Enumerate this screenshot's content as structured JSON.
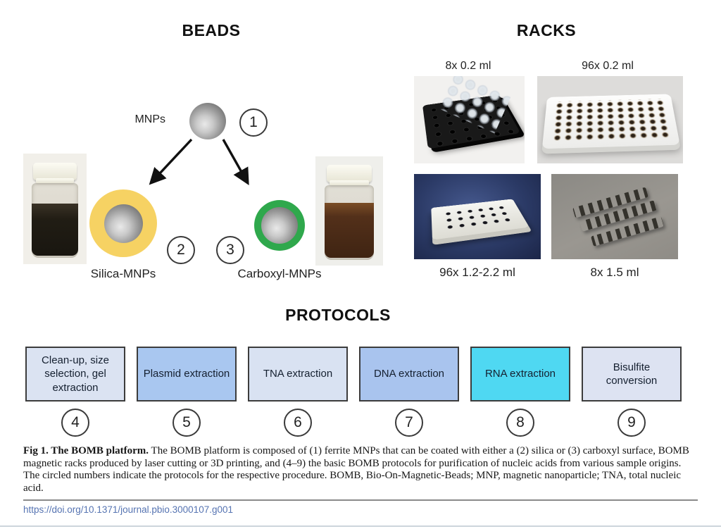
{
  "beads": {
    "heading": "BEADS",
    "mnps_label": "MNPs",
    "step1": "1",
    "step2": "2",
    "step3": "3",
    "silica_label": "Silica-MNPs",
    "carboxyl_label": "Carboxyl-MNPs",
    "silica_color": "#f6d263",
    "carboxyl_color": "#2fa84c"
  },
  "racks": {
    "heading": "RACKS",
    "labels": {
      "top_left": "8x 0.2 ml",
      "top_right": "96x 0.2 ml",
      "bottom_left": "96x 1.2-2.2 ml",
      "bottom_right": "8x 1.5 ml"
    }
  },
  "protocols": {
    "heading": "PROTOCOLS",
    "items": [
      {
        "label": "Clean-up, size selection, gel extraction",
        "number": "4",
        "color": "#dbe3f2"
      },
      {
        "label": "Plasmid extraction",
        "number": "5",
        "color": "#a9c7f0"
      },
      {
        "label": "TNA extraction",
        "number": "6",
        "color": "#d9e2f2"
      },
      {
        "label": "DNA extraction",
        "number": "7",
        "color": "#a9c4ee"
      },
      {
        "label": "RNA extraction",
        "number": "8",
        "color": "#4fd8f2"
      },
      {
        "label": "Bisulfite conversion",
        "number": "9",
        "color": "#dde3f2"
      }
    ]
  },
  "caption": {
    "label_bold": "Fig 1. The BOMB platform.",
    "body": " The BOMB platform is composed of (1) ferrite MNPs that can be coated with either a (2) silica or (3) carboxyl surface, BOMB magnetic racks produced by laser cutting or 3D printing, and (4–9) the basic BOMB protocols for purification of nucleic acids from various sample origins. The circled numbers indicate the protocols for the respective procedure. BOMB, Bio-On-Magnetic-Beads; MNP, magnetic nanoparticle; TNA, total nucleic acid."
  },
  "doi": {
    "text": "https://doi.org/10.1371/journal.pbio.3000107.g001"
  }
}
